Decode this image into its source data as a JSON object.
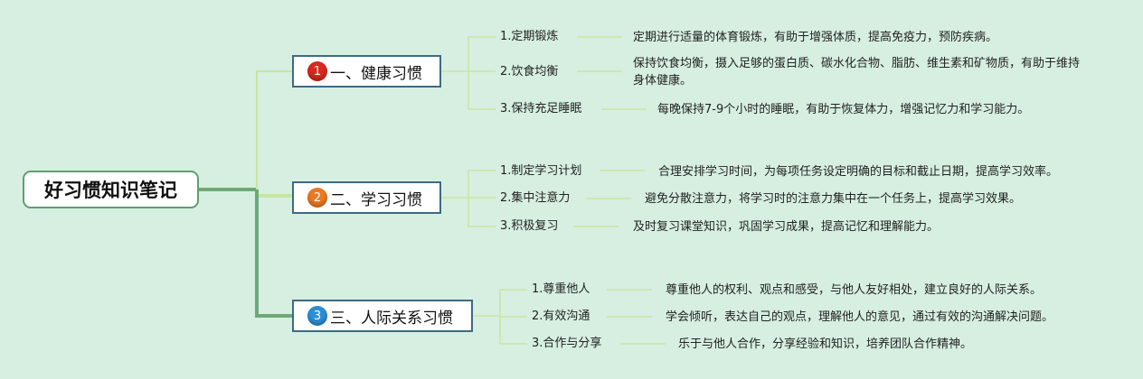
{
  "root": {
    "title": "好习惯知识笔记"
  },
  "colors": {
    "background": "#d6efe0",
    "badge_1": "#d9281f",
    "badge_2": "#ec7a20",
    "badge_3": "#2b8ed6",
    "connector": "#6fa877",
    "light_connector": "#c9e5a2"
  },
  "branches": [
    {
      "number": "1",
      "label": "一、健康习惯",
      "items": [
        {
          "label": "1.定期锻炼",
          "desc": "定期进行适量的体育锻炼，有助于增强体质，提高免疫力，预防疾病。"
        },
        {
          "label": "2.饮食均衡",
          "desc": "保持饮食均衡，摄入足够的蛋白质、碳水化合物、脂肪、维生素和矿物质，有助于维持身体健康。"
        },
        {
          "label": "3.保持充足睡眠",
          "desc": "每晚保持7-9个小时的睡眠，有助于恢复体力，增强记忆力和学习能力。"
        }
      ]
    },
    {
      "number": "2",
      "label": "二、学习习惯",
      "items": [
        {
          "label": "1.制定学习计划",
          "desc": "合理安排学习时间，为每项任务设定明确的目标和截止日期，提高学习效率。"
        },
        {
          "label": "2.集中注意力",
          "desc": "避免分散注意力，将学习时的注意力集中在一个任务上，提高学习效果。"
        },
        {
          "label": "3.积极复习",
          "desc": "及时复习课堂知识，巩固学习成果，提高记忆和理解能力。"
        }
      ]
    },
    {
      "number": "3",
      "label": "三、人际关系习惯",
      "items": [
        {
          "label": "1.尊重他人",
          "desc": "尊重他人的权利、观点和感受，与他人友好相处，建立良好的人际关系。"
        },
        {
          "label": "2.有效沟通",
          "desc": "学会倾听，表达自己的观点，理解他人的意见，通过有效的沟通解决问题。"
        },
        {
          "label": "3.合作与分享",
          "desc": "乐于与他人合作，分享经验和知识，培养团队合作精神。"
        }
      ]
    }
  ]
}
